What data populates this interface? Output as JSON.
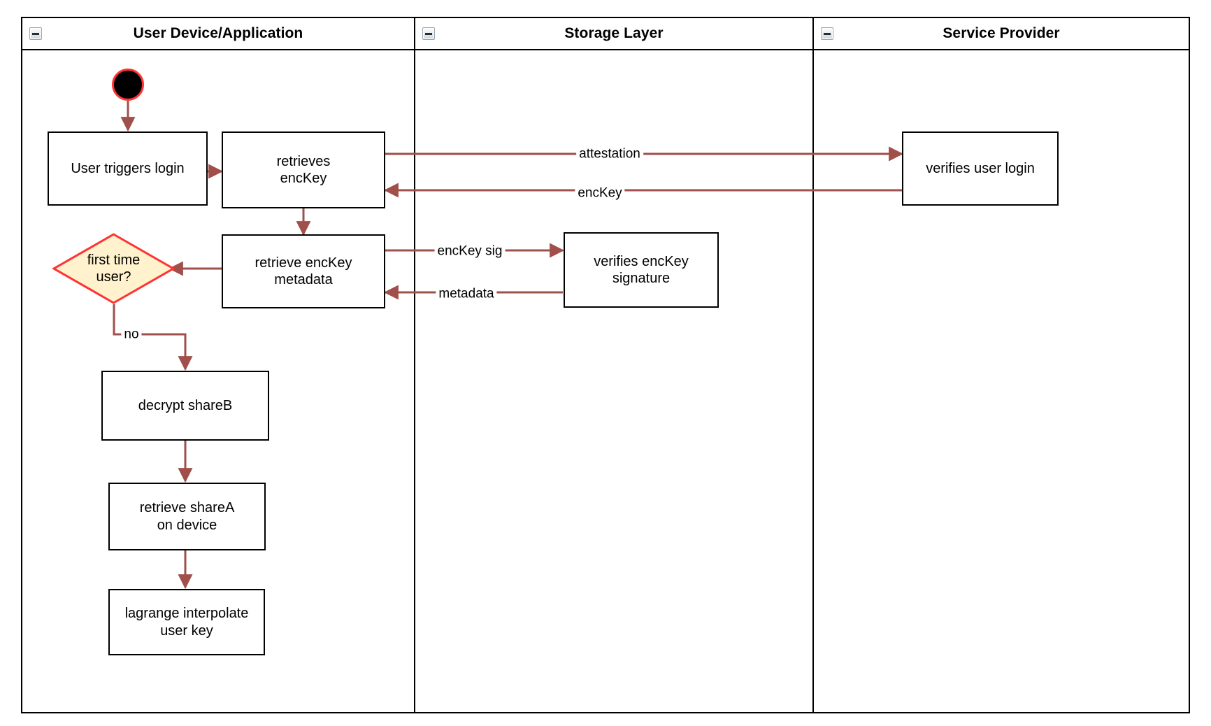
{
  "diagram": {
    "type": "swimlane-activity-diagram",
    "colors": {
      "edge": "#a04f4a",
      "node_border": "#000000",
      "node_fill": "#ffffff",
      "decision_fill": "#fff2cc",
      "decision_border": "#ff3333",
      "start_fill": "#000000",
      "start_border": "#ff3333",
      "lane_border": "#000000",
      "background": "#ffffff"
    },
    "lanes": [
      {
        "id": "user-device",
        "title": "User Device/Application",
        "collapse_icon": "collapse-minus-icon"
      },
      {
        "id": "storage-layer",
        "title": "Storage Layer",
        "collapse_icon": "collapse-minus-icon"
      },
      {
        "id": "service-provider",
        "title": "Service Provider",
        "collapse_icon": "collapse-minus-icon"
      }
    ],
    "nodes": [
      {
        "id": "start",
        "shape": "start",
        "lane": "user-device",
        "label": ""
      },
      {
        "id": "user-triggers-login",
        "shape": "rect",
        "lane": "user-device",
        "label": "User triggers login"
      },
      {
        "id": "retrieves-enckey",
        "shape": "rect",
        "lane": "user-device",
        "label": "retrieves\nencKey"
      },
      {
        "id": "retrieve-enckey-metadata",
        "shape": "rect",
        "lane": "user-device",
        "label": "retrieve encKey\nmetadata"
      },
      {
        "id": "first-time-user",
        "shape": "diamond",
        "lane": "user-device",
        "label": "first time\nuser?"
      },
      {
        "id": "decrypt-shareb",
        "shape": "rect",
        "lane": "user-device",
        "label": "decrypt shareB"
      },
      {
        "id": "retrieve-sharea-on-device",
        "shape": "rect",
        "lane": "user-device",
        "label": "retrieve shareA\non device"
      },
      {
        "id": "lagrange-interpolate-user-key",
        "shape": "rect",
        "lane": "user-device",
        "label": "lagrange interpolate\nuser key"
      },
      {
        "id": "verifies-enckey-signature",
        "shape": "rect",
        "lane": "storage-layer",
        "label": "verifies encKey\nsignature"
      },
      {
        "id": "verifies-user-login",
        "shape": "rect",
        "lane": "service-provider",
        "label": "verifies user login"
      }
    ],
    "edges": [
      {
        "id": "e-start-login",
        "from": "start",
        "to": "user-triggers-login",
        "label": ""
      },
      {
        "id": "e-login-retrieves",
        "from": "user-triggers-login",
        "to": "retrieves-enckey",
        "label": ""
      },
      {
        "id": "e-attestation",
        "from": "retrieves-enckey",
        "to": "verifies-user-login",
        "label": "attestation"
      },
      {
        "id": "e-enckey",
        "from": "verifies-user-login",
        "to": "retrieves-enckey",
        "label": "encKey"
      },
      {
        "id": "e-retrieves-metadata",
        "from": "retrieves-enckey",
        "to": "retrieve-enckey-metadata",
        "label": ""
      },
      {
        "id": "e-enckey-sig",
        "from": "retrieve-enckey-metadata",
        "to": "verifies-enckey-signature",
        "label": "encKey sig"
      },
      {
        "id": "e-metadata",
        "from": "verifies-enckey-signature",
        "to": "retrieve-enckey-metadata",
        "label": "metadata"
      },
      {
        "id": "e-metadata-decision",
        "from": "retrieve-enckey-metadata",
        "to": "first-time-user",
        "label": ""
      },
      {
        "id": "e-no",
        "from": "first-time-user",
        "to": "decrypt-shareb",
        "label": "no"
      },
      {
        "id": "e-decrypt-retrieve",
        "from": "decrypt-shareb",
        "to": "retrieve-sharea-on-device",
        "label": ""
      },
      {
        "id": "e-retrieve-lagrange",
        "from": "retrieve-sharea-on-device",
        "to": "lagrange-interpolate-user-key",
        "label": ""
      }
    ]
  }
}
